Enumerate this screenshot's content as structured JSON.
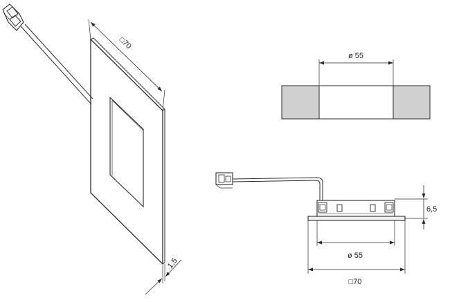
{
  "colors": {
    "line": "#2a2a2a",
    "edge_fill": "#d0d0d0",
    "plate_fill": "#f0f0f0"
  },
  "iso_view": {
    "square_label": "□70",
    "thickness_label": "1,5"
  },
  "top_view": {
    "diameter_label": "ø 55"
  },
  "side_view": {
    "height_label": "6,5",
    "diameter_label": "ø 55",
    "square_label": "□70"
  }
}
